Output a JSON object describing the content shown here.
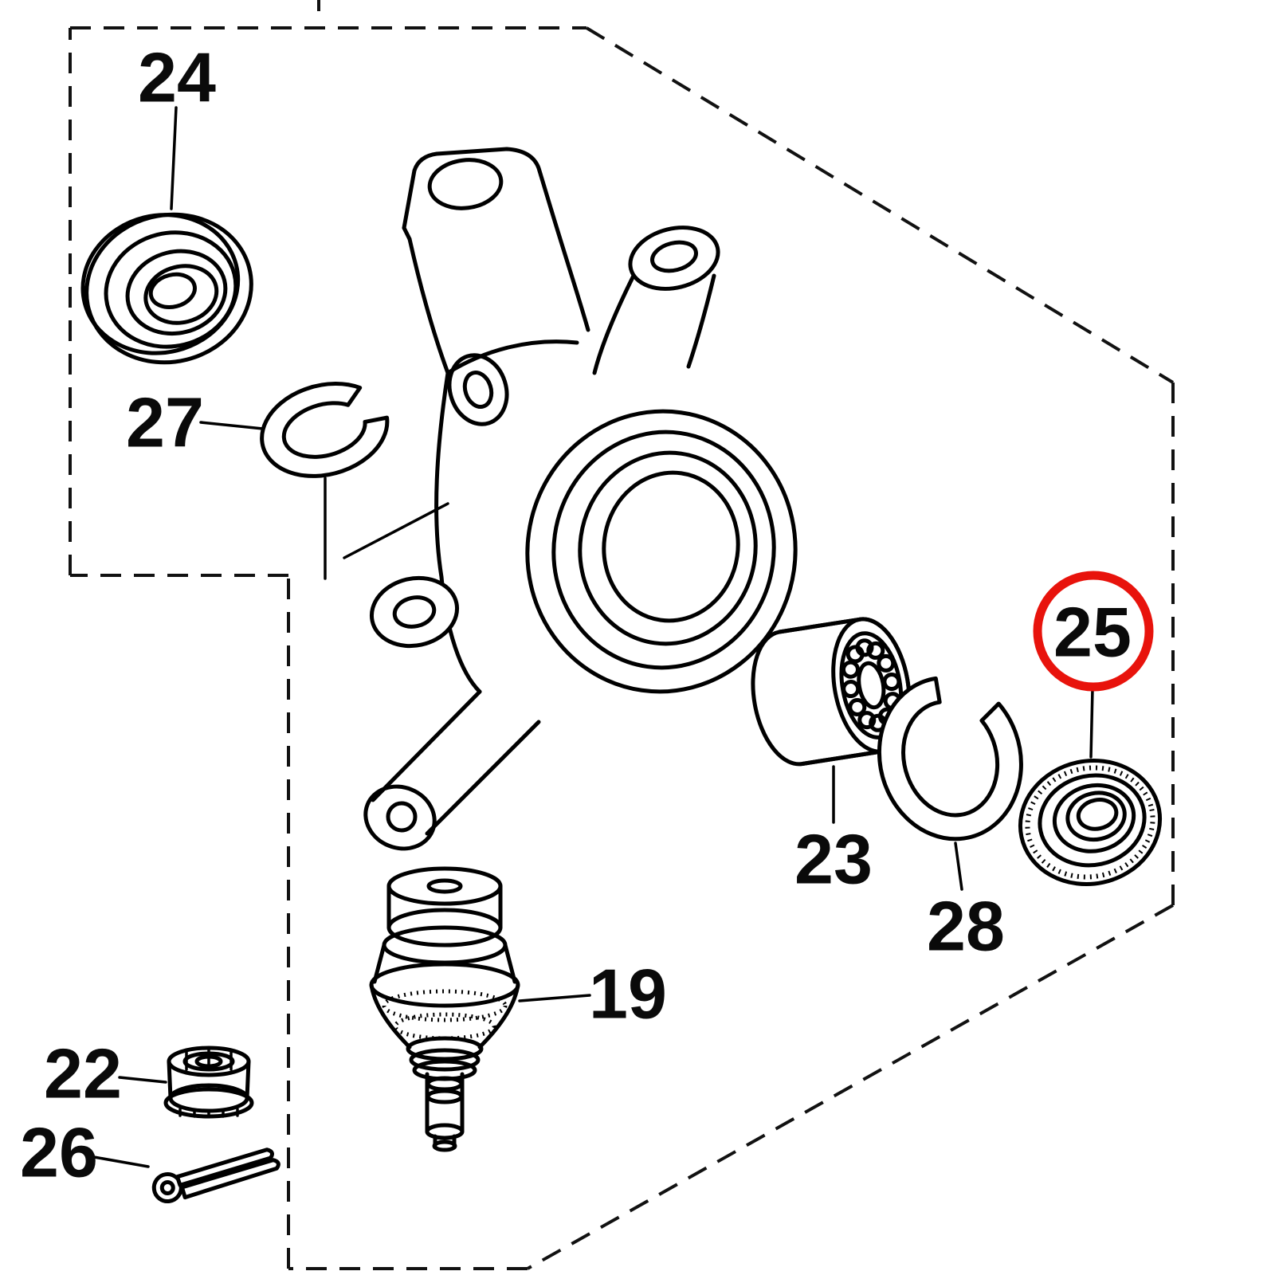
{
  "diagram": {
    "background_color": "#ffffff",
    "line_color": "#000000",
    "highlight_color": "#e8130c",
    "highlighted_part": "25",
    "labels": {
      "part24": "24",
      "part27": "27",
      "part23": "23",
      "part28": "28",
      "part25": "25",
      "part19": "19",
      "part22": "22",
      "part26": "26"
    }
  }
}
